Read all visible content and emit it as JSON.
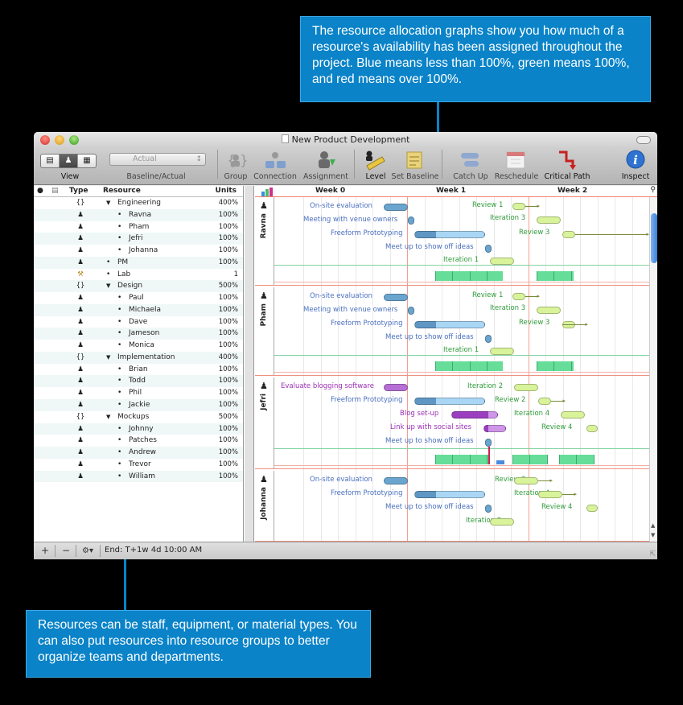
{
  "callouts": {
    "top": "The resource allocation graphs show you how much of a resource's availability has been assigned throughout the project. Blue means less than 100%, green means 100%, and red means over 100%.",
    "bottom": "Resources can be staff, equipment, or material types. You can also put resources into resource groups to better organize teams and departments."
  },
  "window": {
    "title": "New Product Development"
  },
  "toolbar": {
    "view_label": "View",
    "baseline_label": "Baseline/Actual",
    "baseline_value": "Actual",
    "group_label": "Group",
    "connection_label": "Connection",
    "assignment_label": "Assignment",
    "level_label": "Level",
    "set_baseline_label": "Set Baseline",
    "catch_up_label": "Catch Up",
    "reschedule_label": "Reschedule",
    "critical_path_label": "Critical Path",
    "inspect_label": "Inspect"
  },
  "resource_table": {
    "headers": {
      "type": "Type",
      "resource": "Resource",
      "units": "Units"
    },
    "rows": [
      {
        "type": "{}",
        "name": "Engineering",
        "units": "400%",
        "level": 0,
        "group": true
      },
      {
        "type": "person",
        "name": "Ravna",
        "units": "100%",
        "level": 1
      },
      {
        "type": "person",
        "name": "Pham",
        "units": "100%",
        "level": 1
      },
      {
        "type": "person",
        "name": "Jefri",
        "units": "100%",
        "level": 1
      },
      {
        "type": "person",
        "name": "Johanna",
        "units": "100%",
        "level": 1
      },
      {
        "type": "person",
        "name": "PM",
        "units": "100%",
        "level": 0
      },
      {
        "type": "equipment",
        "name": "Lab",
        "units": "1",
        "level": 0
      },
      {
        "type": "{}",
        "name": "Design",
        "units": "500%",
        "level": 0,
        "group": true
      },
      {
        "type": "person",
        "name": "Paul",
        "units": "100%",
        "level": 1
      },
      {
        "type": "person",
        "name": "Michaela",
        "units": "100%",
        "level": 1
      },
      {
        "type": "person",
        "name": "Dave",
        "units": "100%",
        "level": 1
      },
      {
        "type": "person",
        "name": "Jameson",
        "units": "100%",
        "level": 1
      },
      {
        "type": "person",
        "name": "Monica",
        "units": "100%",
        "level": 1
      },
      {
        "type": "{}",
        "name": "Implementation",
        "units": "400%",
        "level": 0,
        "group": true
      },
      {
        "type": "person",
        "name": "Brian",
        "units": "100%",
        "level": 1
      },
      {
        "type": "person",
        "name": "Todd",
        "units": "100%",
        "level": 1
      },
      {
        "type": "person",
        "name": "Phil",
        "units": "100%",
        "level": 1
      },
      {
        "type": "person",
        "name": "Jackie",
        "units": "100%",
        "level": 1
      },
      {
        "type": "{}",
        "name": "Mockups",
        "units": "500%",
        "level": 0,
        "group": true
      },
      {
        "type": "person",
        "name": "Johnny",
        "units": "100%",
        "level": 1
      },
      {
        "type": "person",
        "name": "Patches",
        "units": "100%",
        "level": 1
      },
      {
        "type": "person",
        "name": "Andrew",
        "units": "100%",
        "level": 1
      },
      {
        "type": "person",
        "name": "Trevor",
        "units": "100%",
        "level": 1
      },
      {
        "type": "person",
        "name": "William",
        "units": "100%",
        "level": 1
      }
    ]
  },
  "timeline": {
    "weeks": [
      "Week 0",
      "Week 1",
      "Week 2"
    ]
  },
  "lanes": [
    {
      "name": "Ravna",
      "tasks": [
        {
          "label": "On-site evaluation",
          "color": "#4a6fbf"
        },
        {
          "label": "Meeting with venue owners",
          "color": "#4a6fbf"
        },
        {
          "label": "Freeform Prototyping",
          "color": "#4a6fbf"
        },
        {
          "label": "Meet up to show off ideas",
          "color": "#4a6fbf"
        },
        {
          "label": "Review 1",
          "color": "#2f9a3a"
        },
        {
          "label": "Iteration 3",
          "color": "#2f9a3a"
        },
        {
          "label": "Review 3",
          "color": "#2f9a3a"
        },
        {
          "label": "Iteration 1",
          "color": "#2f9a3a"
        }
      ]
    },
    {
      "name": "Pham",
      "tasks": [
        {
          "label": "On-site evaluation",
          "color": "#4a6fbf"
        },
        {
          "label": "Meeting with venue owners",
          "color": "#4a6fbf"
        },
        {
          "label": "Freeform Prototyping",
          "color": "#4a6fbf"
        },
        {
          "label": "Meet up to show off ideas",
          "color": "#4a6fbf"
        },
        {
          "label": "Review 1",
          "color": "#2f9a3a"
        },
        {
          "label": "Iteration 3",
          "color": "#2f9a3a"
        },
        {
          "label": "Review 3",
          "color": "#2f9a3a"
        },
        {
          "label": "Iteration 1",
          "color": "#2f9a3a"
        }
      ]
    },
    {
      "name": "Jefri",
      "tasks": [
        {
          "label": "Evaluate blogging software",
          "color": "#9b2fb5"
        },
        {
          "label": "Freeform Prototyping",
          "color": "#4a6fbf"
        },
        {
          "label": "Blog set-up",
          "color": "#9b2fb5"
        },
        {
          "label": "Link up with social sites",
          "color": "#9b2fb5"
        },
        {
          "label": "Meet up to show off ideas",
          "color": "#4a6fbf"
        },
        {
          "label": "Iteration 2",
          "color": "#2f9a3a"
        },
        {
          "label": "Review 2",
          "color": "#2f9a3a"
        },
        {
          "label": "Iteration 4",
          "color": "#2f9a3a"
        },
        {
          "label": "Review 4",
          "color": "#2f9a3a"
        }
      ]
    },
    {
      "name": "Johanna",
      "tasks": [
        {
          "label": "On-site evaluation",
          "color": "#4a6fbf"
        },
        {
          "label": "Freeform Prototyping",
          "color": "#4a6fbf"
        },
        {
          "label": "Meet up to show off ideas",
          "color": "#4a6fbf"
        },
        {
          "label": "Iteration 2",
          "color": "#2f9a3a"
        },
        {
          "label": "Review 2",
          "color": "#2f9a3a"
        },
        {
          "label": "Iteration 4",
          "color": "#2f9a3a"
        },
        {
          "label": "Review 4",
          "color": "#2f9a3a"
        }
      ]
    }
  ],
  "statusbar": {
    "add": "+",
    "remove": "−",
    "gear": "⚙▾",
    "end_text": "End: T+1w 4d 10:00 AM"
  }
}
